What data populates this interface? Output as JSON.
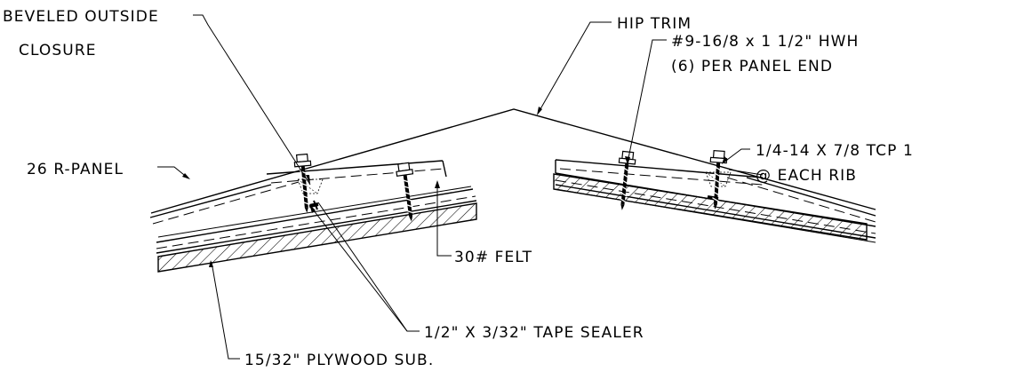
{
  "labels": {
    "beveled_line1": "BEVELED OUTSIDE",
    "beveled_line2": "CLOSURE",
    "hip_trim": "HIP TRIM",
    "screw_hwh_line1": "#9-16/8 x 1 1/2\" HWH",
    "screw_hwh_line2": "(6) PER PANEL END",
    "screw_tcp_line1": "1/4-14 X 7/8 TCP 1",
    "screw_tcp_line2": "@ EACH RIB",
    "r_panel": "26 R-PANEL",
    "felt": "30# FELT",
    "tape_sealer": "1/2\" X 3/32\" TAPE SEALER",
    "plywood": "15/32\" PLYWOOD SUB."
  }
}
